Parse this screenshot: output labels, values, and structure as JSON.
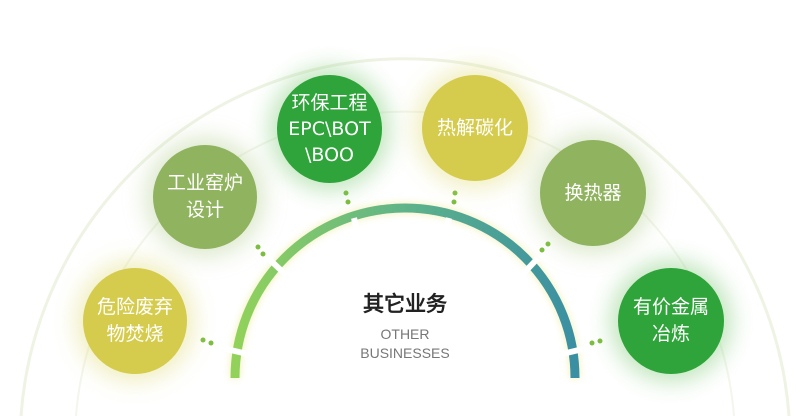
{
  "center": {
    "title": "其它业务",
    "subtitle_line1": "OTHER",
    "subtitle_line2": "BUSINESSES"
  },
  "items": [
    {
      "label": "危险废弃\n物焚烧",
      "color": "#d5cb4c"
    },
    {
      "label": "工业窑炉\n设计",
      "color": "#8fb35e"
    },
    {
      "label": "环保工程\nEPC\\BOT\n\\BOO",
      "color": "#2ea43a"
    },
    {
      "label": "热解碳化",
      "color": "#d5cb4c"
    },
    {
      "label": "换热器",
      "color": "#8fb35e"
    },
    {
      "label": "有价金属\n冶炼",
      "color": "#2ea43a"
    }
  ],
  "arc_colors": {
    "start": "#92d25a",
    "end": "#3a8fa2"
  }
}
